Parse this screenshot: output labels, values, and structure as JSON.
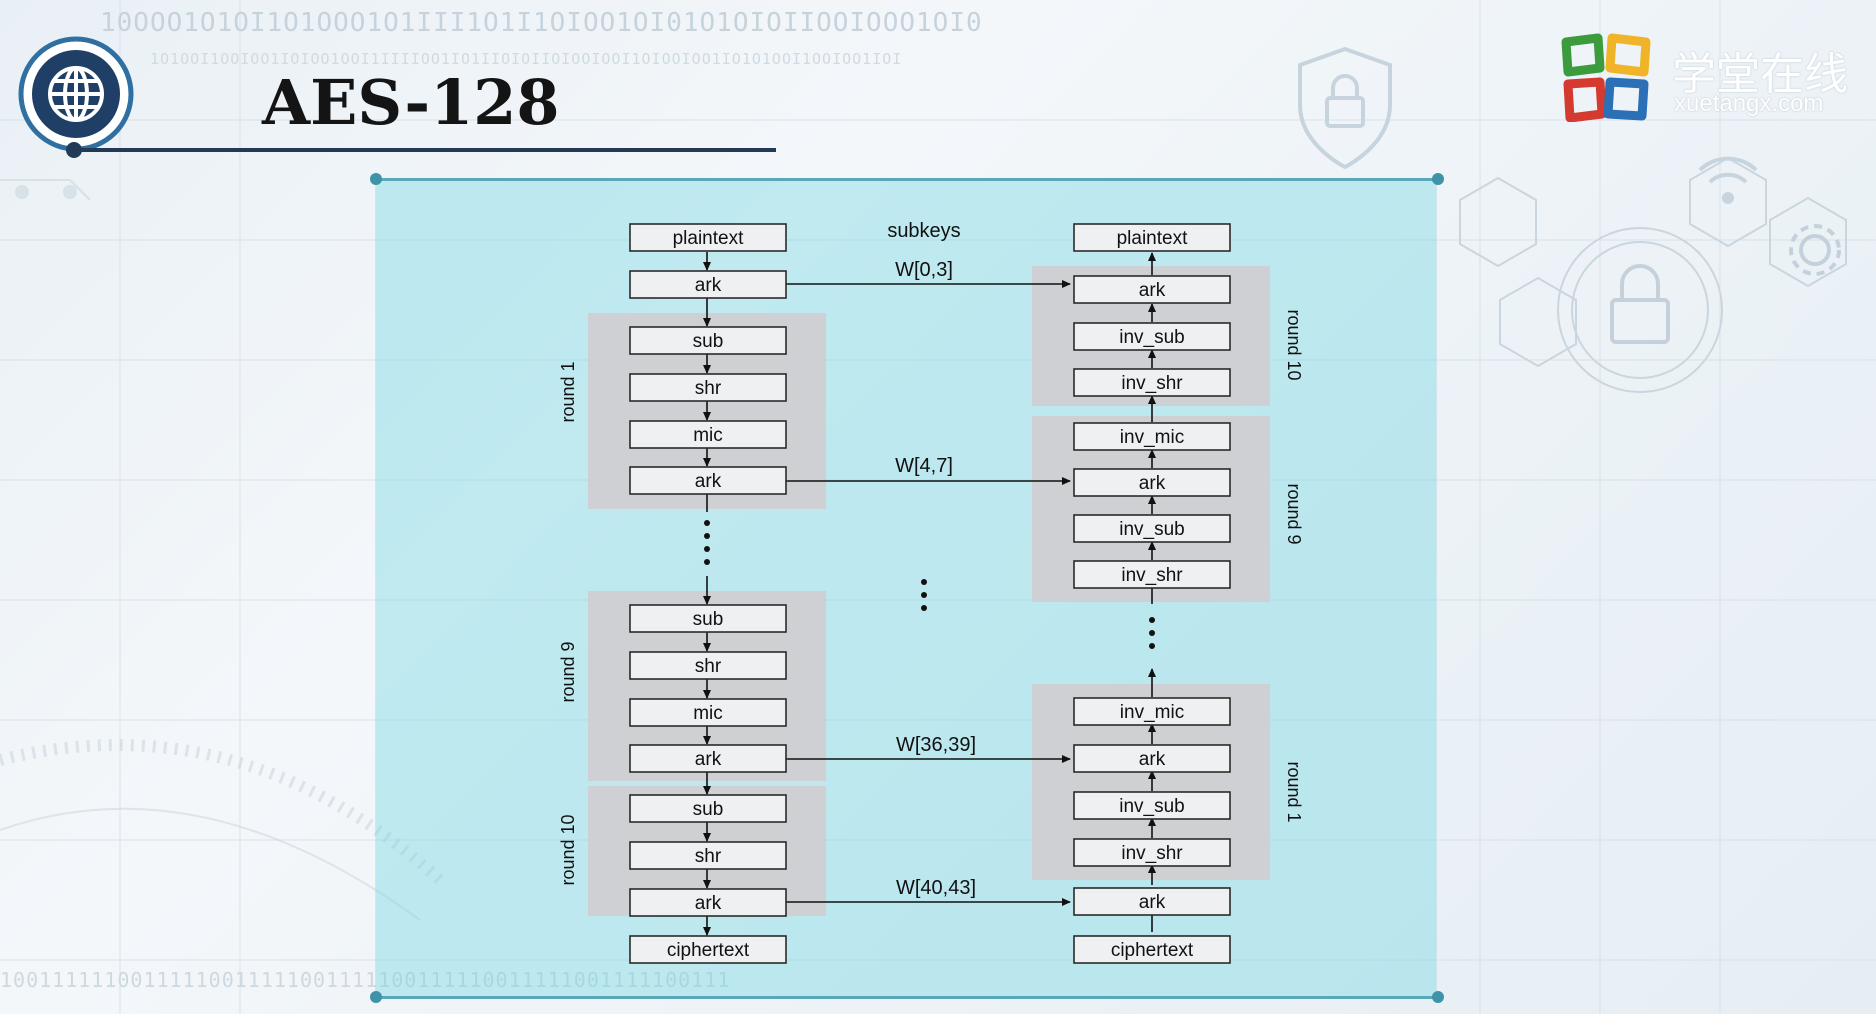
{
  "slide": {
    "title": "AES-128",
    "brand": {
      "name_cn": "学堂在线",
      "domain": "xuetangx.com"
    },
    "icons": [
      "globe-icon",
      "xuetangx-logo-icon",
      "lock-shield-icon",
      "wifi-icon",
      "gear-icon"
    ]
  },
  "decor": {
    "binary_top": "10OOO1O1OI1O1OOO1O1III1O1I1OIOO1OI01O1OIOIIOOIOOO1OI01O1OIOI1O1OI1O1OOO1O1III1O1",
    "binary_mid": "1O1OOI1OOIOO1IOIOO1OOI1IIIIOO1IO1IIOIOIIOIOOIOOI1OIOOIOO1IO1O1OOI1OOIOO1IOI",
    "binary_bottom": "10011111100111110011111001111100111110011111001111100111"
  },
  "diagram": {
    "keys_header": "subkeys",
    "encryption": {
      "input": "plaintext",
      "initial_ark": "ark",
      "round_first": {
        "label": "round 1",
        "ops": [
          "sub",
          "shr",
          "mic",
          "ark"
        ]
      },
      "round_mid": {
        "label": "round 9",
        "ops": [
          "sub",
          "shr",
          "mic",
          "ark"
        ]
      },
      "round_last": {
        "label": "round 10",
        "ops": [
          "sub",
          "shr",
          "ark"
        ]
      },
      "output": "ciphertext"
    },
    "decryption": {
      "output": "plaintext",
      "round_10": {
        "label": "round 10",
        "ops": [
          "ark",
          "inv_sub",
          "inv_shr"
        ]
      },
      "round_9": {
        "label": "round 9",
        "ops": [
          "inv_mic",
          "ark",
          "inv_sub",
          "inv_shr"
        ]
      },
      "round_1": {
        "label": "round 1",
        "ops": [
          "inv_mic",
          "ark",
          "inv_sub",
          "inv_shr"
        ]
      },
      "final_ark": "ark",
      "input": "ciphertext"
    },
    "subkeys": [
      "W[0,3]",
      "W[4,7]",
      "W[36,39]",
      "W[40,43]"
    ]
  }
}
